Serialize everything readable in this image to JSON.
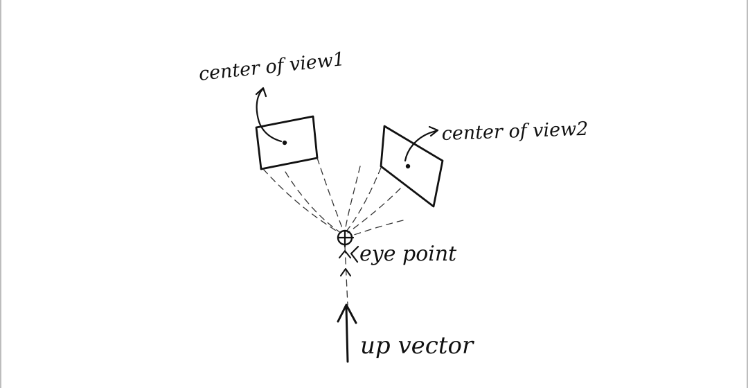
{
  "labels": {
    "center_of_view_1": "center of view1",
    "center_of_view_2": "center of view2",
    "eye_point": "eye point",
    "up_vector": "up vector"
  },
  "colors": {
    "background": "#ffffff",
    "ink": "#111111"
  }
}
